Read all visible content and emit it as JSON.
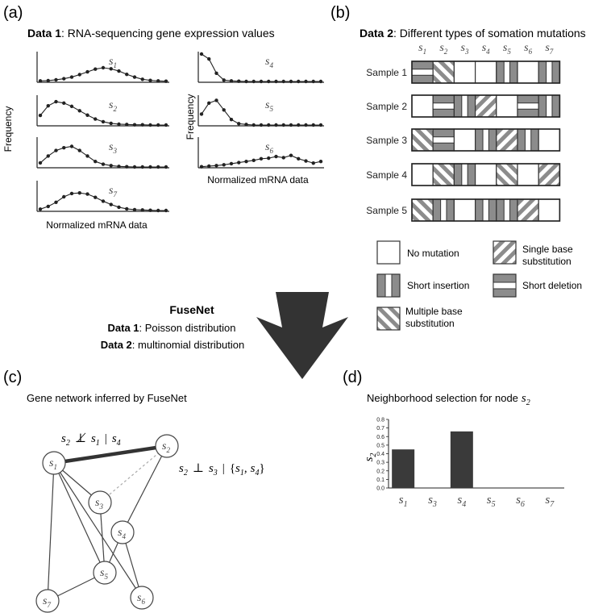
{
  "panel_a": {
    "label": "(a)",
    "title_bold": "Data 1",
    "title_rest": ": RNA-sequencing gene expression values",
    "ylabel_left": "Frequency",
    "ylabel_right": "Frequency",
    "xlabel_left": "Normalized mRNA data",
    "xlabel_right": "Normalized mRNA data",
    "plots": [
      {
        "name": "s",
        "sub": "1",
        "values": [
          0.02,
          0.03,
          0.06,
          0.1,
          0.16,
          0.25,
          0.35,
          0.45,
          0.5,
          0.46,
          0.38,
          0.26,
          0.16,
          0.08,
          0.04,
          0.02,
          0.01
        ]
      },
      {
        "name": "s",
        "sub": "2",
        "values": [
          0.35,
          0.7,
          0.85,
          0.8,
          0.68,
          0.52,
          0.36,
          0.22,
          0.12,
          0.06,
          0.03,
          0.02,
          0.01,
          0.01,
          0.0,
          0.0,
          0.0
        ]
      },
      {
        "name": "s",
        "sub": "3",
        "values": [
          0.15,
          0.4,
          0.6,
          0.7,
          0.75,
          0.6,
          0.4,
          0.2,
          0.1,
          0.05,
          0.02,
          0.01,
          0.0,
          0.0,
          0.0,
          0.0,
          0.0
        ]
      },
      {
        "name": "s",
        "sub": "7",
        "values": [
          0.05,
          0.15,
          0.3,
          0.5,
          0.62,
          0.64,
          0.6,
          0.48,
          0.34,
          0.22,
          0.12,
          0.06,
          0.03,
          0.02,
          0.01,
          0.0,
          0.0
        ]
      },
      {
        "name": "s",
        "sub": "4",
        "values": [
          1.0,
          0.82,
          0.3,
          0.05,
          0.02,
          0.01,
          0.0,
          0.0,
          0.0,
          0.0,
          0.0,
          0.0,
          0.0,
          0.0,
          0.0,
          0.0,
          0.0
        ]
      },
      {
        "name": "s",
        "sub": "5",
        "values": [
          0.4,
          0.8,
          0.9,
          0.55,
          0.2,
          0.05,
          0.02,
          0.0,
          0.0,
          0.0,
          0.0,
          0.0,
          0.0,
          0.0,
          0.0,
          0.0,
          0.0
        ]
      },
      {
        "name": "s",
        "sub": "6",
        "values": [
          0.01,
          0.03,
          0.05,
          0.08,
          0.12,
          0.16,
          0.2,
          0.24,
          0.3,
          0.32,
          0.38,
          0.34,
          0.42,
          0.3,
          0.22,
          0.14,
          0.2
        ]
      }
    ]
  },
  "panel_b": {
    "label": "(b)",
    "title_bold": "Data 2",
    "title_rest": ": Different types of somation mutations",
    "columns": [
      "1",
      "2",
      "3",
      "4",
      "5",
      "6",
      "7"
    ],
    "rows": [
      {
        "label": "Sample 1",
        "cells": [
          "del",
          "multi",
          "none",
          "none",
          "ins",
          "none",
          "ins"
        ]
      },
      {
        "label": "Sample 2",
        "cells": [
          "none",
          "del",
          "ins",
          "single",
          "none",
          "del",
          "ins"
        ]
      },
      {
        "label": "Sample 3",
        "cells": [
          "multi",
          "del",
          "none",
          "ins",
          "single",
          "ins",
          "none"
        ]
      },
      {
        "label": "Sample 4",
        "cells": [
          "none",
          "multi",
          "ins",
          "none",
          "multi",
          "none",
          "single"
        ]
      },
      {
        "label": "Sample 5",
        "cells": [
          "multi",
          "ins",
          "none",
          "ins",
          "ins",
          "single",
          "none"
        ]
      }
    ],
    "legend": {
      "none": "No mutation",
      "single_1": "Single base",
      "single_2": "substitution",
      "ins": "Short insertion",
      "del": "Short deletion",
      "multi_1": "Multiple base",
      "multi_2": "substitution"
    },
    "colors": {
      "fill": "#8c8c8c",
      "stroke": "#333333"
    }
  },
  "center": {
    "title": "FuseNet",
    "line1_bold": "Data 1",
    "line1_rest": ": Poisson distribution",
    "line2_bold": "Data 2",
    "line2_rest": ": multinomial distribution"
  },
  "panel_c": {
    "label": "(c)",
    "title": "Gene network inferred by FuseNet",
    "nodes": [
      {
        "id": "s1",
        "name": "s",
        "sub": "1"
      },
      {
        "id": "s2",
        "name": "s",
        "sub": "2"
      },
      {
        "id": "s3",
        "name": "s",
        "sub": "3"
      },
      {
        "id": "s4",
        "name": "s",
        "sub": "4"
      },
      {
        "id": "s5",
        "name": "s",
        "sub": "5"
      },
      {
        "id": "s6",
        "name": "s",
        "sub": "6"
      },
      {
        "id": "s7",
        "name": "s",
        "sub": "7"
      }
    ],
    "edges": [
      [
        "s1",
        "s2",
        "bold"
      ],
      [
        "s2",
        "s3",
        "dashed"
      ],
      [
        "s1",
        "s3",
        "normal"
      ],
      [
        "s1",
        "s5",
        "normal"
      ],
      [
        "s1",
        "s7",
        "normal"
      ],
      [
        "s1",
        "s6",
        "normal"
      ],
      [
        "s2",
        "s4",
        "normal"
      ],
      [
        "s3",
        "s5",
        "normal"
      ],
      [
        "s4",
        "s5",
        "normal"
      ],
      [
        "s4",
        "s6",
        "normal"
      ],
      [
        "s5",
        "s7",
        "normal"
      ]
    ],
    "annotation1": {
      "a": "s",
      "a_sub": "2",
      "rel": "⊥̸",
      "b": "s",
      "b_sub": "1",
      "bar": "|",
      "c": "s",
      "c_sub": "4"
    },
    "annotation2": {
      "a": "s",
      "a_sub": "2",
      "rel": "⊥",
      "b": "s",
      "b_sub": "3",
      "bar": "|",
      "set_open": "{",
      "c": "s",
      "c_sub": "1",
      "comma": ",",
      "d": "s",
      "d_sub": "4",
      "set_close": "}"
    }
  },
  "panel_d": {
    "label": "(d)",
    "title": "Neighborhood selection for node",
    "title_var": "s",
    "title_sub": "2",
    "chart_data": {
      "type": "bar",
      "categories": [
        "s1",
        "s3",
        "s4",
        "s5",
        "s6",
        "s7"
      ],
      "values": [
        0.45,
        0.0,
        0.66,
        0.0,
        0.0,
        0.0
      ],
      "ylabel": "s2",
      "ylim": [
        0,
        0.8
      ],
      "yticks": [
        "0.0",
        "0.1",
        "0.2",
        "0.3",
        "0.4",
        "0.5",
        "0.6",
        "0.7",
        "0.8"
      ],
      "bar_color": "#3a3a3a"
    },
    "tick_labels": [
      {
        "name": "s",
        "sub": "1"
      },
      {
        "name": "s",
        "sub": "3"
      },
      {
        "name": "s",
        "sub": "4"
      },
      {
        "name": "s",
        "sub": "5"
      },
      {
        "name": "s",
        "sub": "6"
      },
      {
        "name": "s",
        "sub": "7"
      }
    ],
    "ylabel_var": "s",
    "ylabel_sub": "2"
  }
}
